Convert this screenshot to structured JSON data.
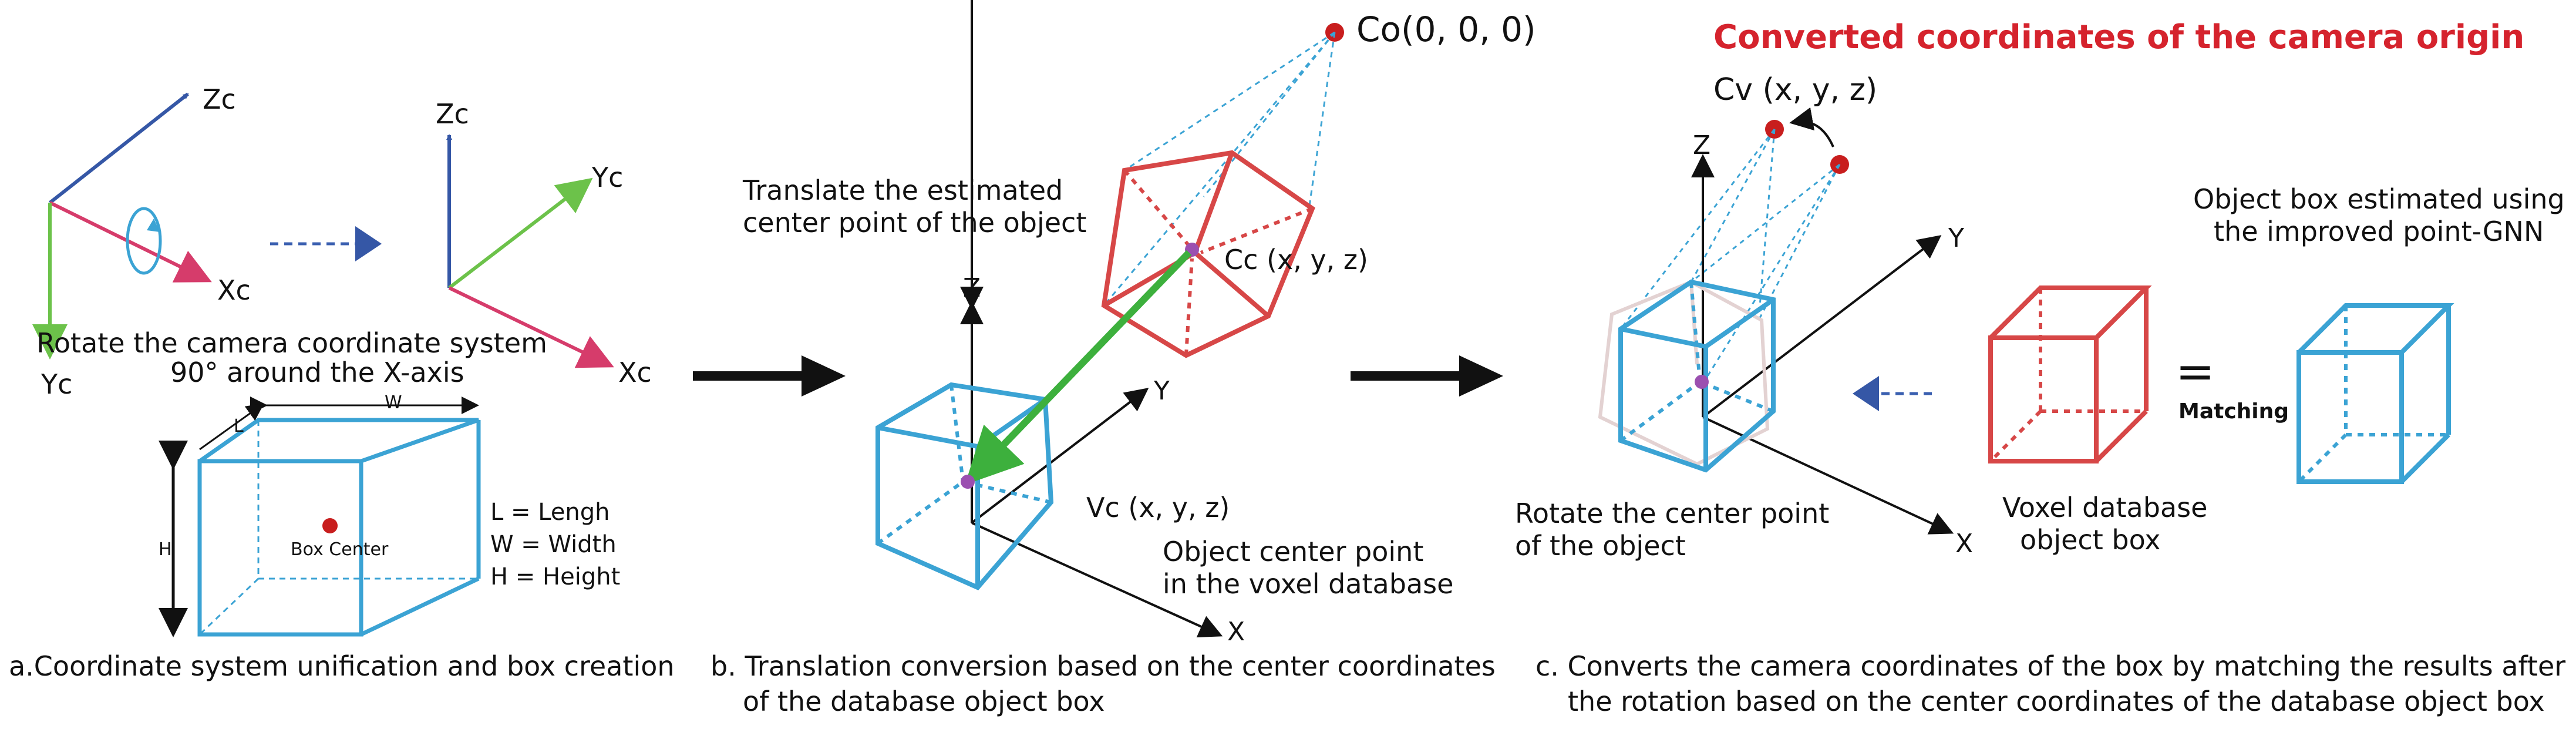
{
  "colors": {
    "blue_box": "#3ba3d4",
    "red_box": "#d74747",
    "green": "#3db03d",
    "axis_blue": "#3557a6",
    "axis_green": "#6cc24a",
    "axis_pink": "#d63c6b",
    "red_point": "#c81e1e",
    "purple_point": "#9b4fb0",
    "title_red": "#d5232d",
    "arrow_dark": "#111111",
    "dashed_blue": "#3a5fb0"
  },
  "panel_a": {
    "zc1": "Zc",
    "xc1": "Xc",
    "yc1": "Yc",
    "zc2": "Zc",
    "yc2": "Yc",
    "xc2": "Xc",
    "rotate_line1": "Rotate the camera coordinate system",
    "rotate_line2": "90° around the X-axis",
    "dim_w": "W",
    "dim_l": "L",
    "dim_h": "H",
    "box_center": "Box Center",
    "legend_l": "L = Lengh",
    "legend_w": "W = Width",
    "legend_h": "H = Height",
    "caption": "a.Coordinate system unification and box creation"
  },
  "panel_b": {
    "co_label": "Co(0, 0, 0)",
    "translate_line1": "Translate the estimated",
    "translate_line2": "center point of the object",
    "cc_label": "Cc (x, y, z)",
    "z_label": "Z",
    "y_label": "Y",
    "x_label": "X",
    "vc_label": "Vc (x, y, z)",
    "object_line1": "Object center point",
    "object_line2": "in the voxel database",
    "caption_line1": "b. Translation conversion based on the center coordinates",
    "caption_line2": "of the database object box"
  },
  "panel_c": {
    "title": "Converted coordinates of the camera origin",
    "cv_label": "Cv (x,  y, z)",
    "z_label": "Z",
    "y_label": "Y",
    "x_label": "X",
    "rotate_line1": "Rotate the center point",
    "rotate_line2": "of the object",
    "voxel_line1": "Voxel database",
    "voxel_line2": "object box",
    "estimated_line1": "Object box estimated using",
    "estimated_line2": "the improved point-GNN",
    "equals": "=",
    "matching": "Matching",
    "caption_line1": "c. Converts the camera coordinates of the box by matching the results after",
    "caption_line2": "the rotation based on the center coordinates of the database object box"
  }
}
